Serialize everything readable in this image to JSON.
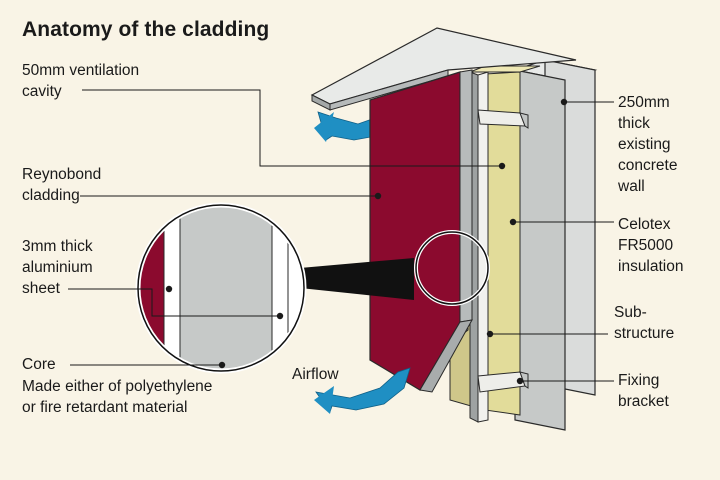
{
  "title": "Anatomy of the cladding",
  "labels": {
    "ventilation_cavity": "50mm ventilation\ncavity",
    "cladding": "Reynobond\ncladding",
    "aluminium_sheet": "3mm thick\naluminium\nsheet",
    "core_title": "Core",
    "core_detail": "Made either of polyethylene\nor fire retardant material",
    "airflow": "Airflow",
    "concrete_wall": "250mm\nthick\nexisting\nconcrete\nwall",
    "insulation": "Celotex\nFR5000\ninsulation",
    "substructure": "Sub-\nstructure",
    "fixing_bracket": "Fixing\nbracket"
  },
  "colors": {
    "background": "#f9f4e6",
    "cladding": "#8b0a2e",
    "concrete": "#c6c9c8",
    "insulation": "#e2dc9a",
    "airflow": "#1f8fc3",
    "metal": "#aeb2b2",
    "text": "#1a1a1a"
  }
}
